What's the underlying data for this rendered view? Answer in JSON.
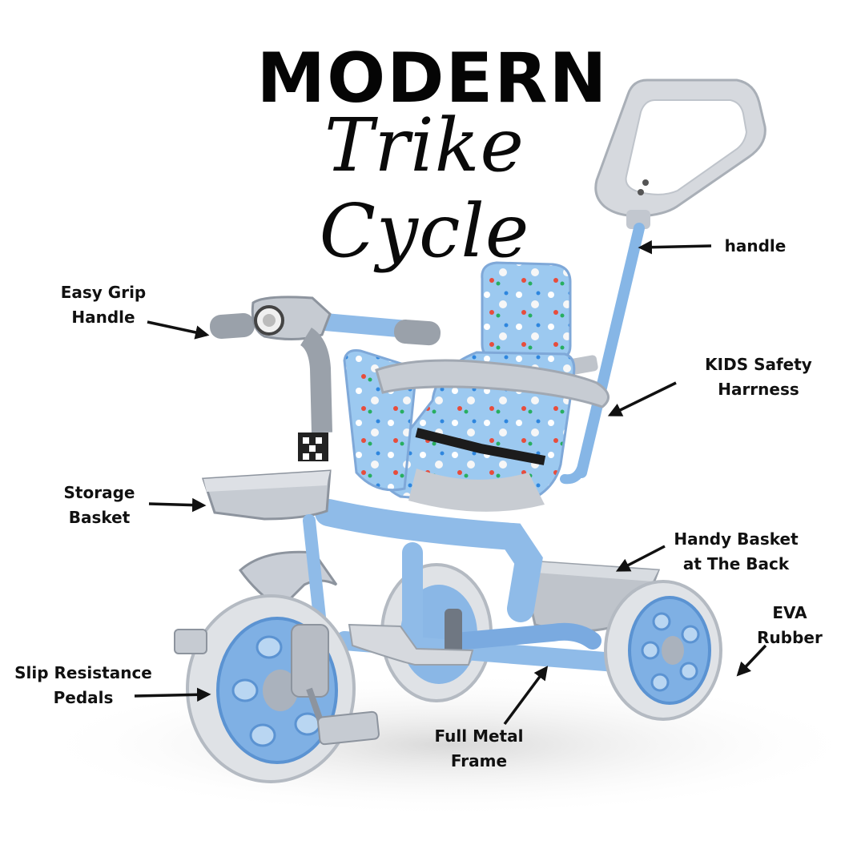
{
  "title": {
    "line1": "MODERN",
    "line2": "Trike Cycle"
  },
  "labels": {
    "handle": [
      "handle"
    ],
    "easy_grip": [
      "Easy Grip",
      "Handle"
    ],
    "kids_safety": [
      "KIDS Safety",
      "Harrness"
    ],
    "storage_basket": [
      "Storage",
      "Basket"
    ],
    "handy_basket": [
      "Handy Basket",
      "at The Back"
    ],
    "eva_rubber": [
      "EVA",
      "Rubber"
    ],
    "slip_resistance": [
      "Slip Resistance",
      "Pedals"
    ],
    "full_metal": [
      "Full Metal",
      "Frame"
    ]
  },
  "colors": {
    "frame_blue": "#8fbbe8",
    "frame_blue_dark": "#5b93d2",
    "tyre_grey": "#d9dde2",
    "plastic_grey": "#c9ced6",
    "seat_blue": "#9cc9f0",
    "arrow": "#111111"
  }
}
